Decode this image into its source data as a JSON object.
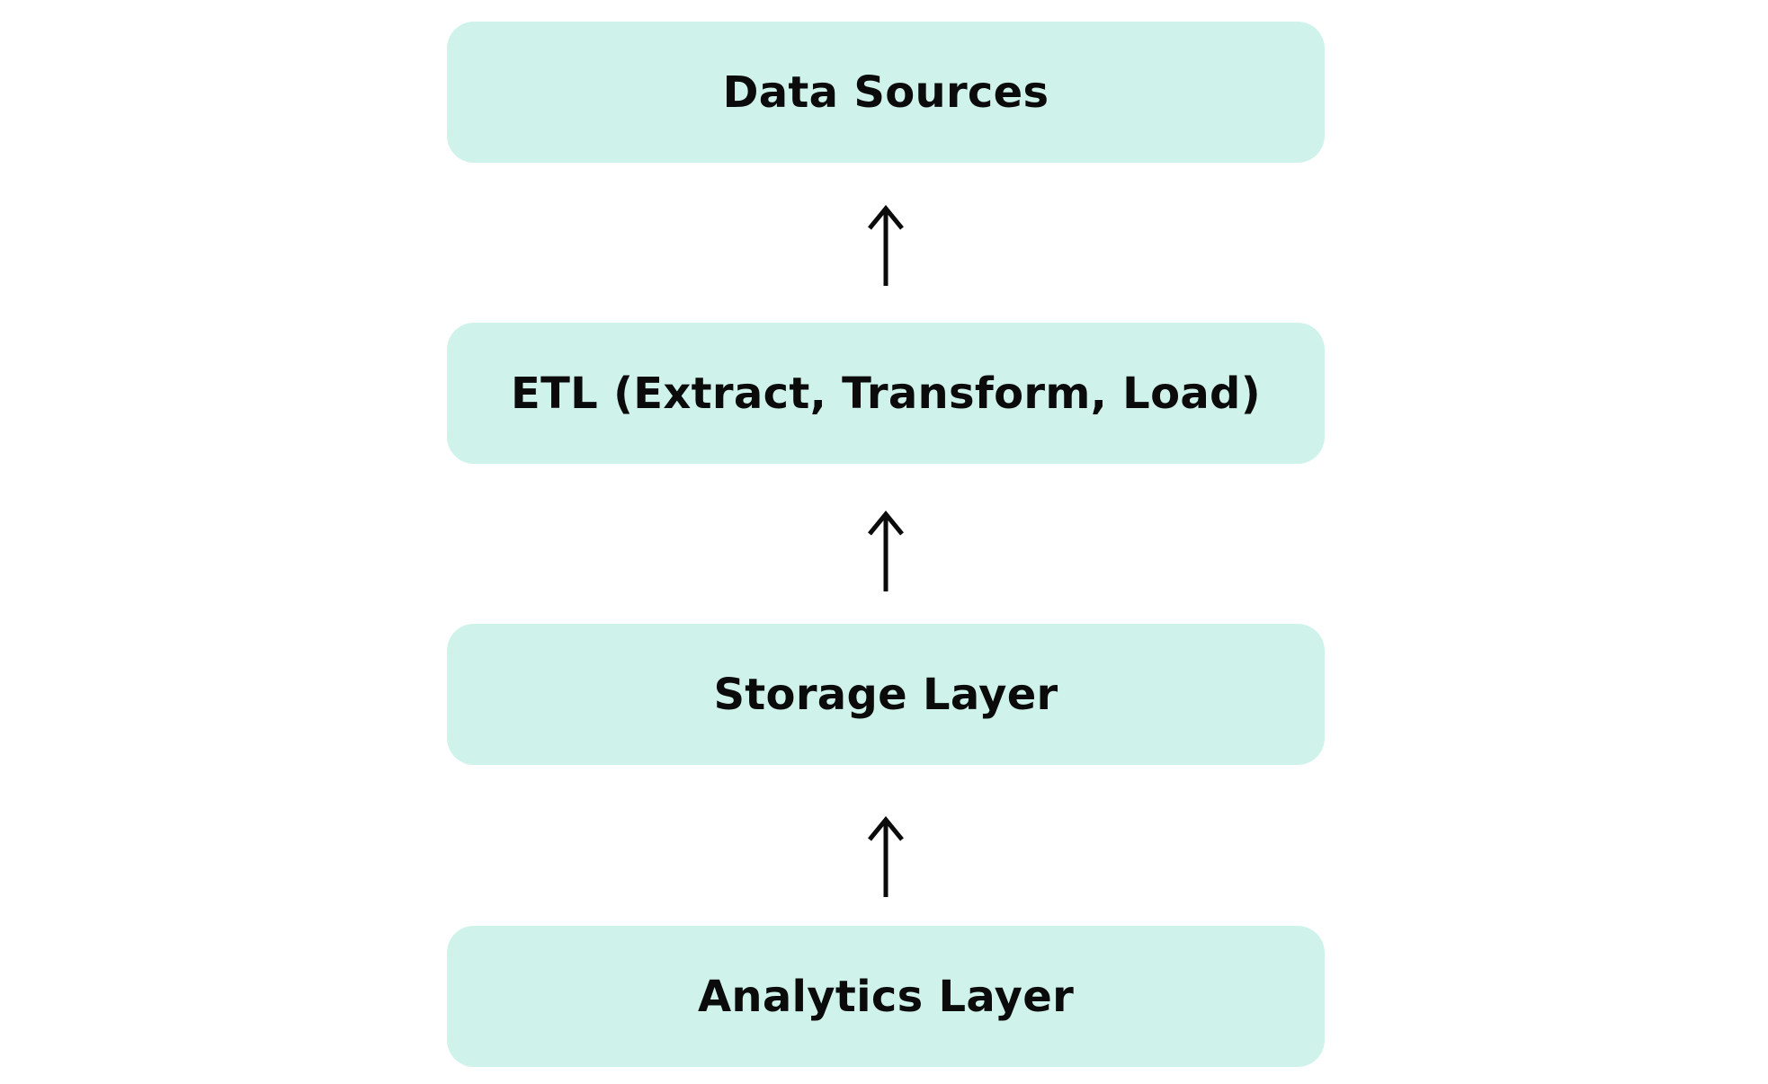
{
  "diagram": {
    "box_fill": "#cff3ea",
    "arrow_color": "#0b0b0b",
    "layers": [
      {
        "label": "Data Sources"
      },
      {
        "label": "ETL (Extract, Transform, Load)"
      },
      {
        "label": "Storage Layer"
      },
      {
        "label": "Analytics Layer"
      }
    ],
    "arrow_icon": "arrow-up-icon"
  }
}
